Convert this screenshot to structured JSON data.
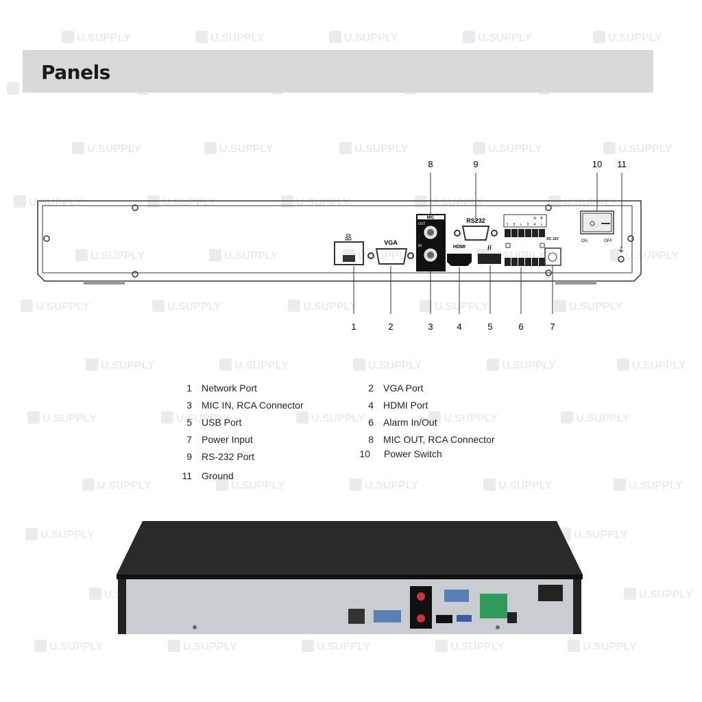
{
  "header": {
    "title": "Panels"
  },
  "watermark": "U.SUPPLY",
  "diagram": {
    "port_labels": {
      "mic": "MIC",
      "out": "OUT",
      "in": "IN",
      "rs232": "RS232",
      "vga": "VGA",
      "hdmi": "HDMI",
      "dc": "DC 12V",
      "on": "ON",
      "off": "OFF",
      "alarm_nums": [
        "1",
        "2",
        "⏚",
        "3",
        "4",
        "⏚"
      ],
      "alarm_top": [
        "A",
        "B"
      ]
    },
    "callouts_top": [
      "8",
      "9",
      "10",
      "11"
    ],
    "callouts_bottom": [
      "1",
      "2",
      "3",
      "4",
      "5",
      "6",
      "7"
    ]
  },
  "legend": [
    {
      "num": "1",
      "label": "Network Port"
    },
    {
      "num": "2",
      "label": "VGA Port"
    },
    {
      "num": "3",
      "label": "MIC IN, RCA Connector"
    },
    {
      "num": "4",
      "label": "HDMI Port"
    },
    {
      "num": "5",
      "label": "USB Port"
    },
    {
      "num": "6",
      "label": "Alarm In/Out"
    },
    {
      "num": "7",
      "label": "Power Input"
    },
    {
      "num": "8",
      "label": "MIC OUT, RCA Connector"
    },
    {
      "num": "9",
      "label": "RS-232 Port"
    },
    {
      "num": "10",
      "label": "Power Switch"
    },
    {
      "num": "11",
      "label": "Ground"
    }
  ]
}
